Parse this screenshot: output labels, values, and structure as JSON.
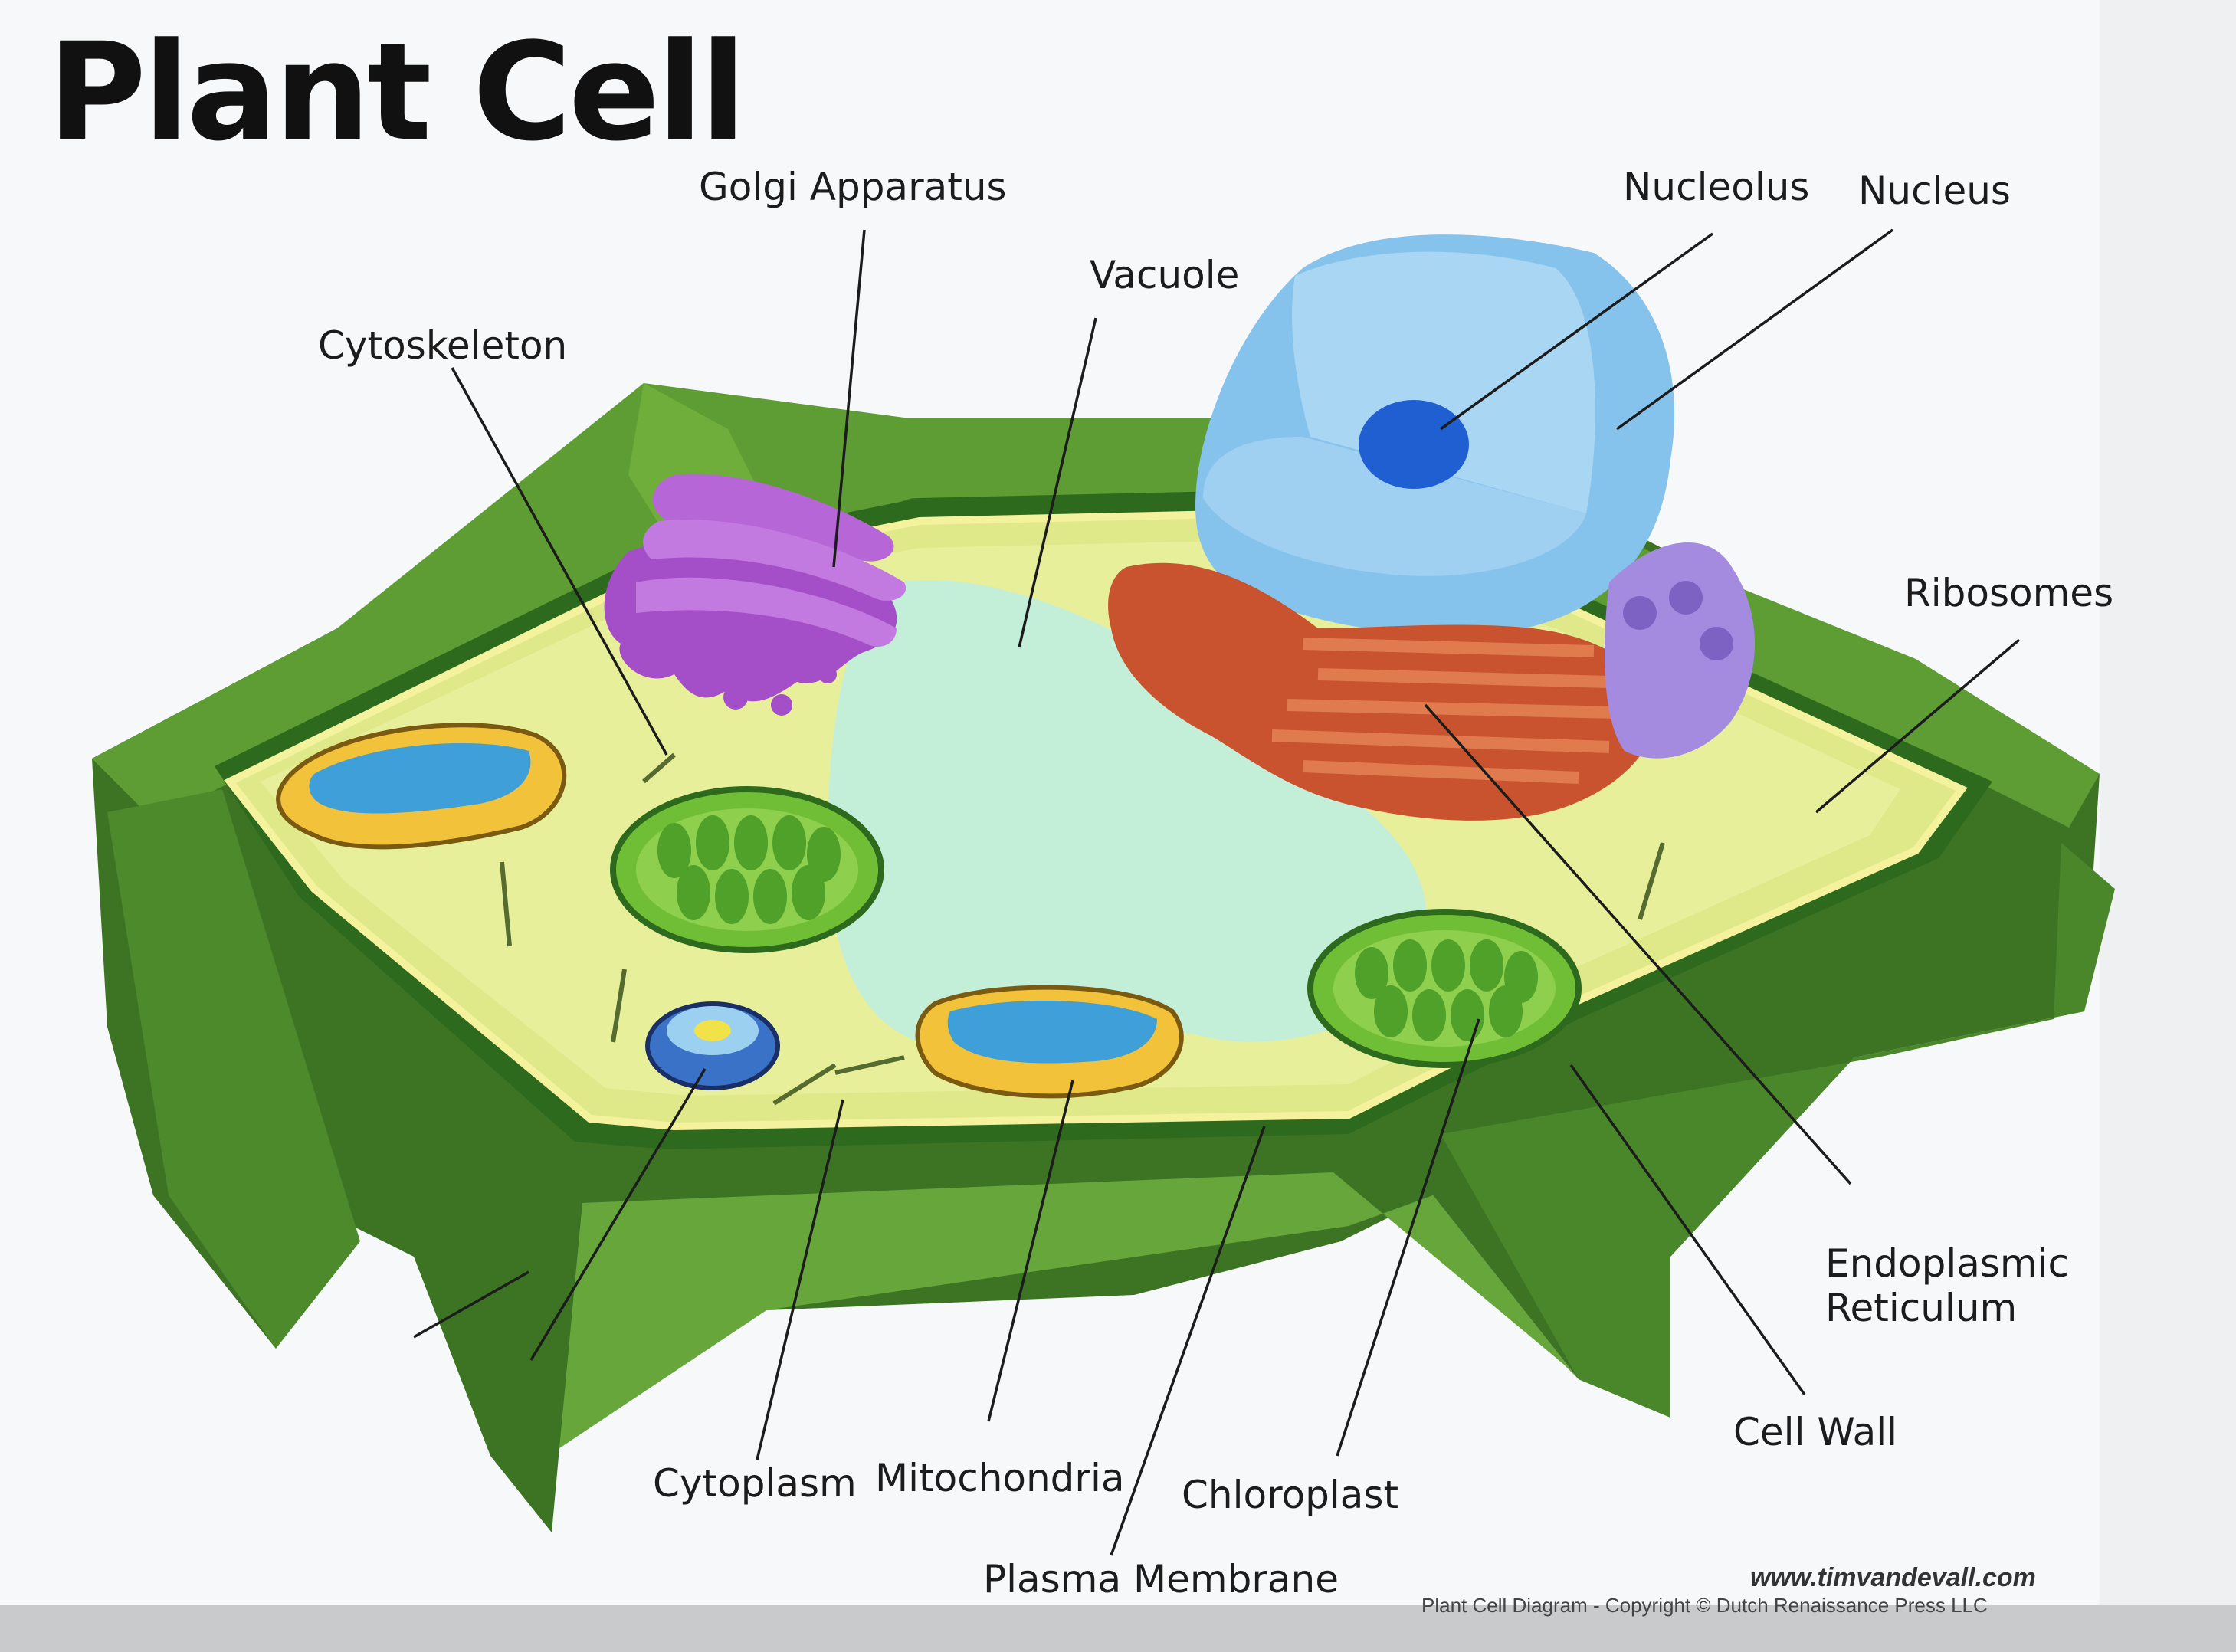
{
  "title": "Plant Cell",
  "labels": {
    "golgi": "Golgi Apparatus",
    "vacuole": "Vacuole",
    "nucleolus": "Nucleolus",
    "nucleus": "Nucleus",
    "cytoskeleton": "Cytoskeleton",
    "ribosomes": "Ribosomes",
    "er_line1": "Endoplasmic",
    "er_line2": "Reticulum",
    "cell_wall": "Cell Wall",
    "cytoplasm": "Cytoplasm",
    "mitochondria": "Mitochondria",
    "chloroplast": "Chloroplast",
    "plasma_membrane": "Plasma Membrane"
  },
  "credit": {
    "url": "www.timvandevall.com",
    "copyright": "Plant Cell Diagram - Copyright © Dutch Renaissance Press LLC"
  },
  "colors": {
    "cell_wall_dark": "#3f7a25",
    "cell_wall_light": "#6fae3a",
    "cytoplasm": "#dfe98a",
    "vacuole": "#bfeee0",
    "golgi": "#a44fc8",
    "nucleus": "#86c3ec",
    "nucleolus": "#1f5fd1",
    "er": "#c9532e",
    "ribosomes": "#a48be0",
    "chloroplast": "#6fbe35",
    "mitochondria_outer": "#f2c23a",
    "mitochondria_inner": "#3f9fd8"
  }
}
